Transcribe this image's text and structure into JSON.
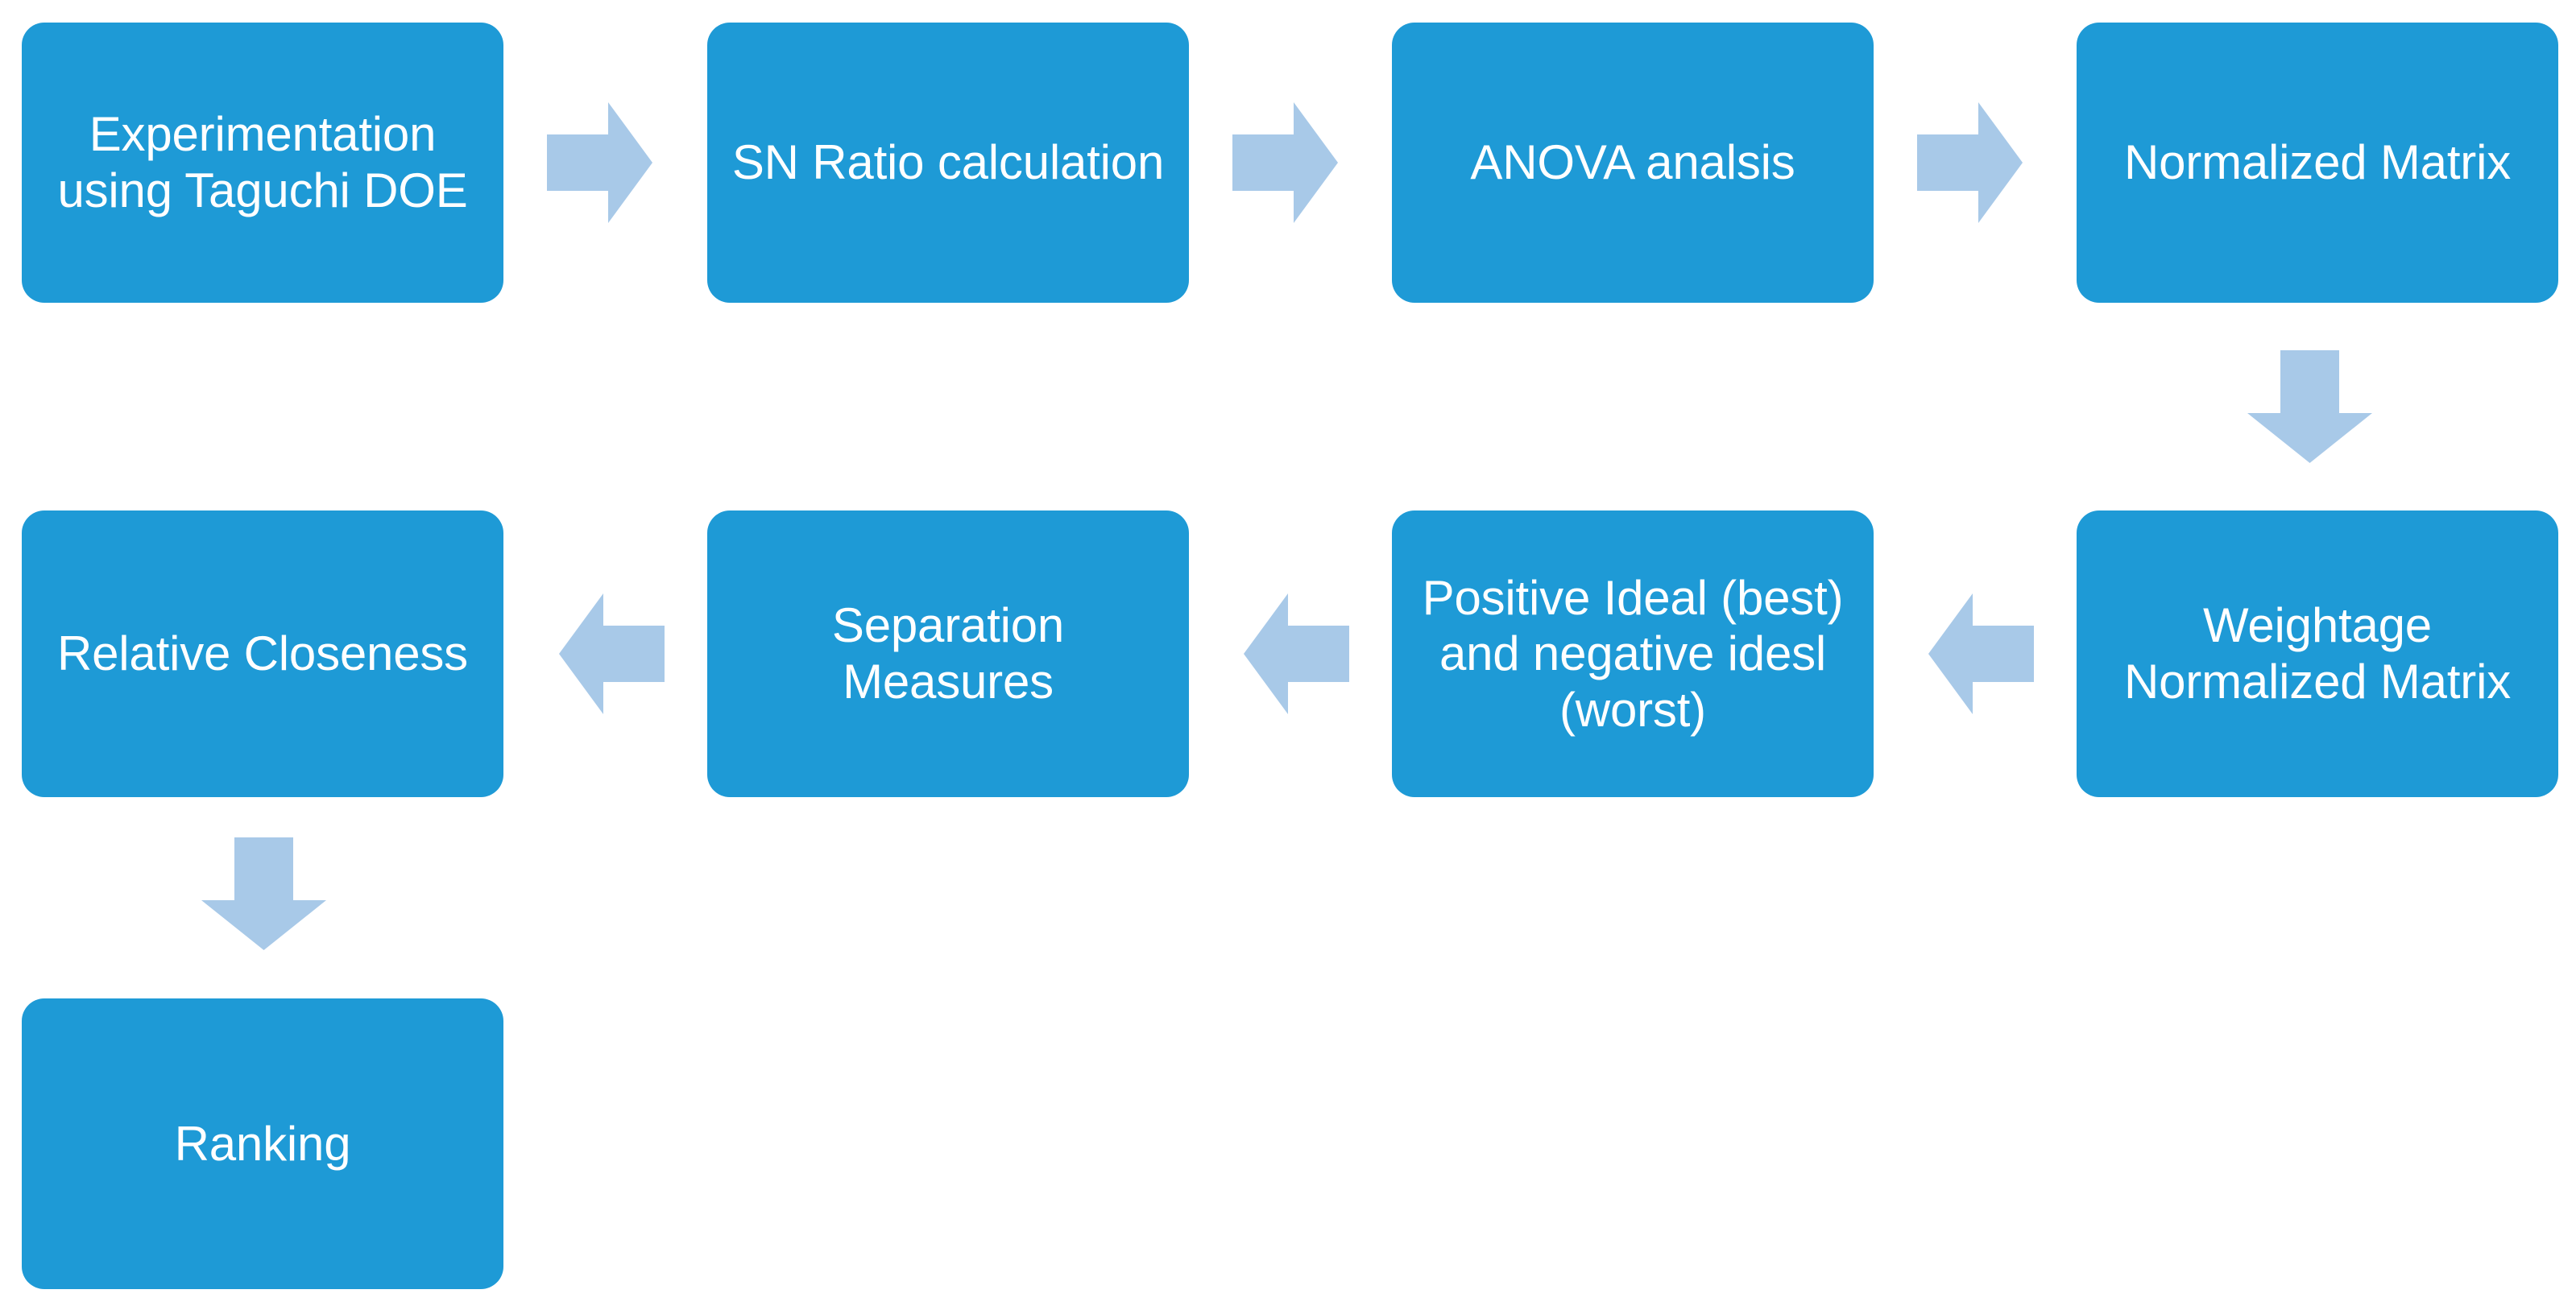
{
  "diagram": {
    "title": "Taguchi DOE and TOPSIS methodology flowchart",
    "colors": {
      "node_fill": "#1E9AD6",
      "node_text": "#FFFFFF",
      "arrow_fill": "#A8C9E8",
      "background": "#FFFFFF"
    },
    "nodes": [
      {
        "id": "experimentation",
        "label": "Experimentation\nusing Taguchi DOE"
      },
      {
        "id": "sn-ratio",
        "label": "SN Ratio calculation"
      },
      {
        "id": "anova",
        "label": "ANOVA analsis"
      },
      {
        "id": "normalized-matrix",
        "label": "Normalized Matrix"
      },
      {
        "id": "weightage-normalized-matrix",
        "label": "Weightage\nNormalized Matrix"
      },
      {
        "id": "ideal-solutions",
        "label": "Positive Ideal (best)\nand negative idesl\n(worst)"
      },
      {
        "id": "separation-measures",
        "label": "Separation\nMeasures"
      },
      {
        "id": "relative-closeness",
        "label": "Relative Closeness"
      },
      {
        "id": "ranking",
        "label": "Ranking"
      }
    ],
    "connectors": [
      {
        "id": "experimentation-to-sn-ratio",
        "direction": "right"
      },
      {
        "id": "sn-ratio-to-anova",
        "direction": "right"
      },
      {
        "id": "anova-to-normalized-matrix",
        "direction": "right"
      },
      {
        "id": "normalized-matrix-to-weightage",
        "direction": "down"
      },
      {
        "id": "weightage-to-ideal-solutions",
        "direction": "left"
      },
      {
        "id": "ideal-solutions-to-separation",
        "direction": "left"
      },
      {
        "id": "separation-to-relative-closeness",
        "direction": "left"
      },
      {
        "id": "relative-closeness-to-ranking",
        "direction": "down"
      }
    ]
  }
}
